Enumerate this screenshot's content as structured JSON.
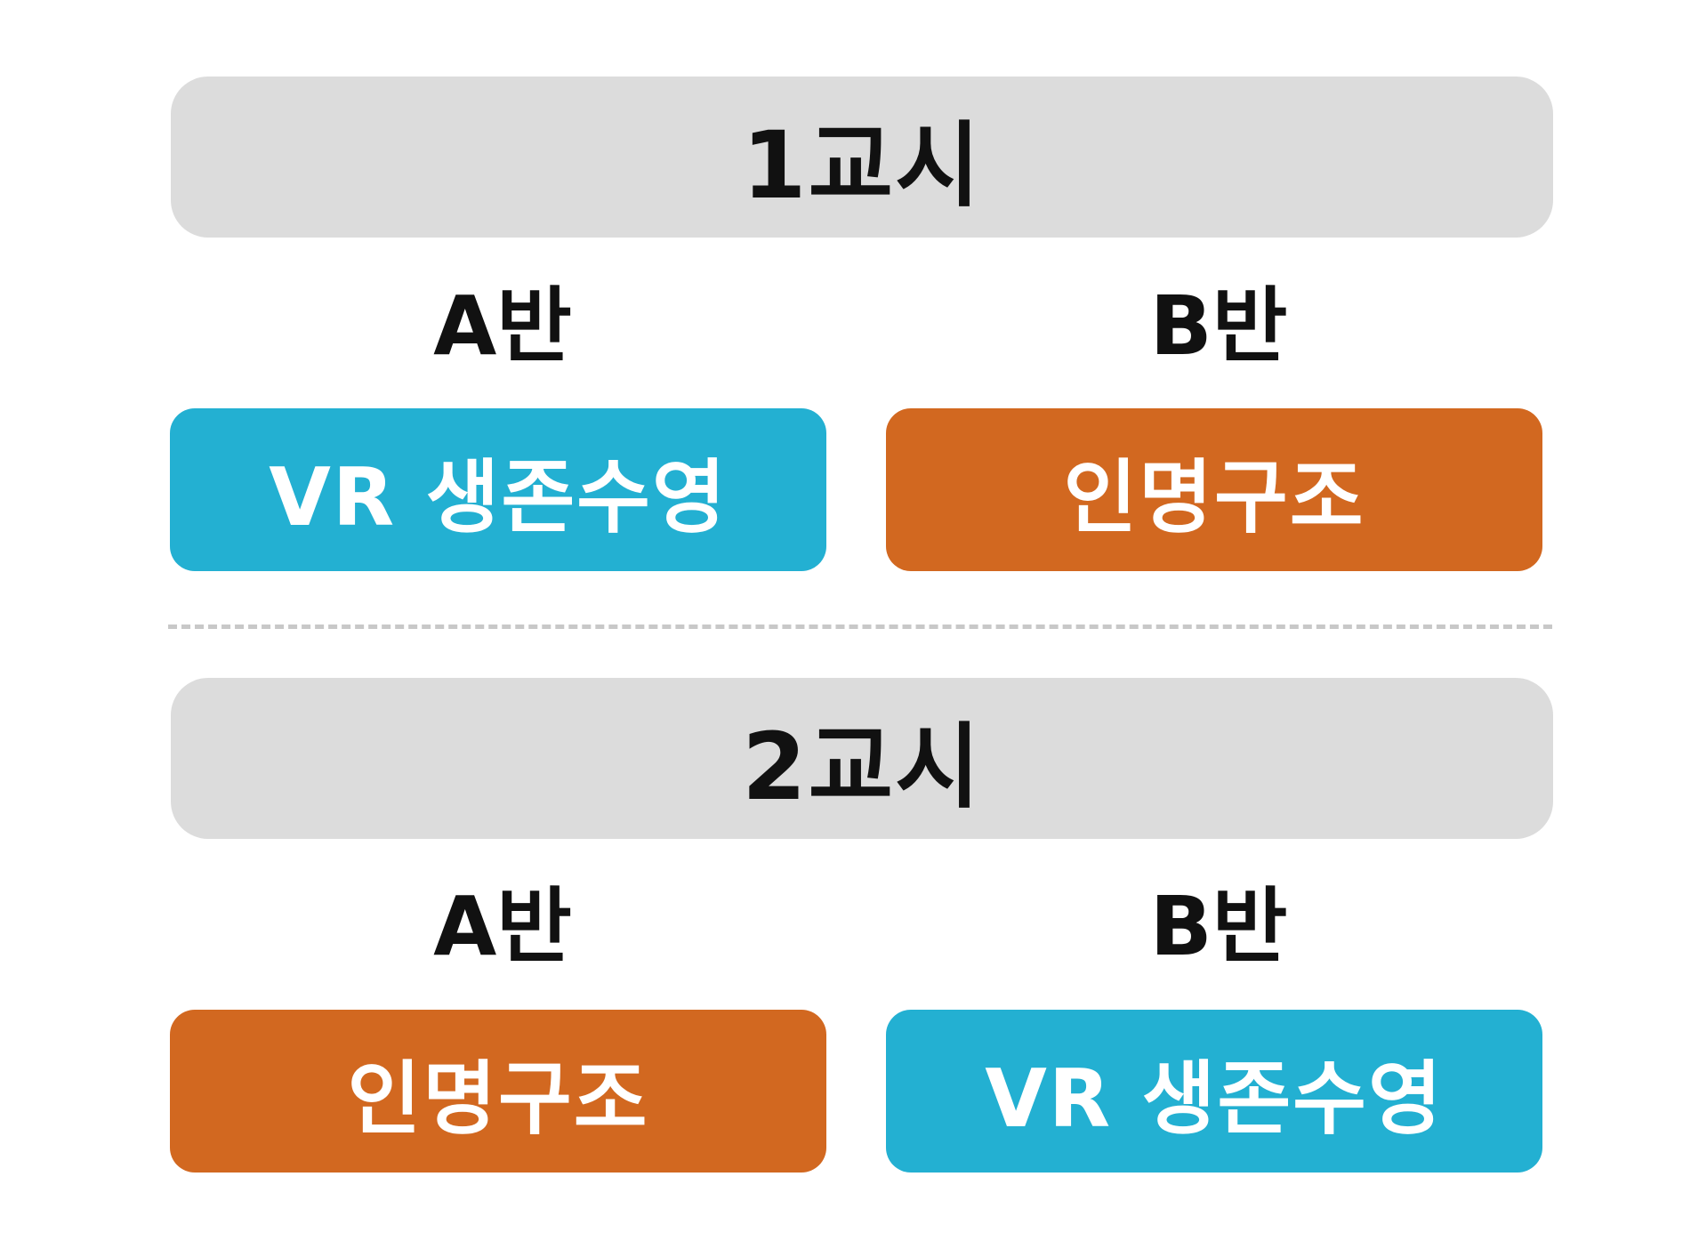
{
  "colors": {
    "header_bg": "#dcdcdc",
    "vr_survival_swimming": "#23b0d2",
    "lifesaving": "#d26820",
    "text_dark": "#111111",
    "text_light": "#ffffff",
    "divider": "#c8c8c8"
  },
  "periods": [
    {
      "title": "1교시",
      "class_a": {
        "label": "A반",
        "activity": "VR 생존수영"
      },
      "class_b": {
        "label": "B반",
        "activity": "인명구조"
      }
    },
    {
      "title": "2교시",
      "class_a": {
        "label": "A반",
        "activity": "인명구조"
      },
      "class_b": {
        "label": "B반",
        "activity": "VR 생존수영"
      }
    }
  ]
}
